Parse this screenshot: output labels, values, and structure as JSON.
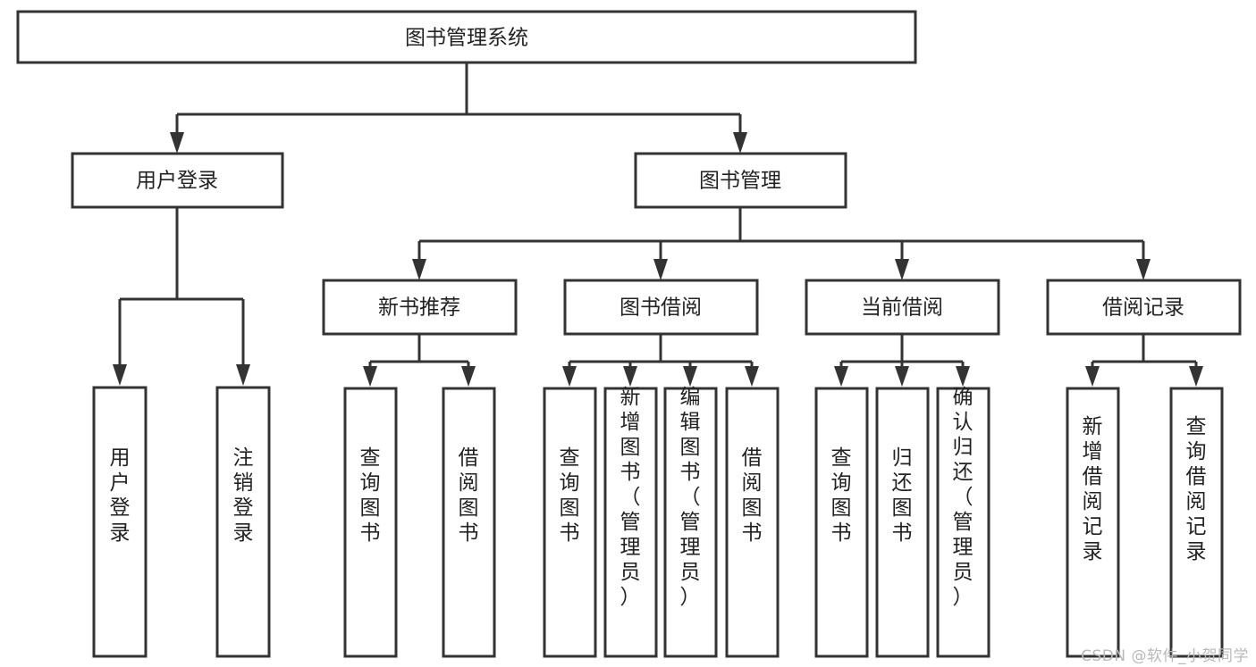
{
  "diagram": {
    "type": "tree-hierarchy-chart",
    "title": "图书管理系统",
    "background_color": "#ffffff",
    "line_color": "#333333",
    "box_fill": "#ffffff",
    "levels": {
      "root": {
        "label": "图书管理系统"
      },
      "level2": [
        {
          "label": "用户登录"
        },
        {
          "label": "图书管理"
        }
      ],
      "level3": [
        {
          "label": "新书推荐"
        },
        {
          "label": "图书借阅"
        },
        {
          "label": "当前借阅"
        },
        {
          "label": "借阅记录"
        }
      ],
      "leaves": {
        "user_login": [
          {
            "label": "用户登录"
          },
          {
            "label": "注销登录"
          }
        ],
        "new_book_recommend": [
          {
            "label": "查询图书"
          },
          {
            "label": "借阅图书"
          }
        ],
        "book_borrow": [
          {
            "label": "查询图书"
          },
          {
            "label": "新增图书（管理员）"
          },
          {
            "label": "编辑图书（管理员）"
          },
          {
            "label": "借阅图书"
          }
        ],
        "current_borrow": [
          {
            "label": "查询图书"
          },
          {
            "label": "归还图书"
          },
          {
            "label": "确认归还（管理员）"
          }
        ],
        "borrow_record": [
          {
            "label": "新增借阅记录"
          },
          {
            "label": "查询借阅记录"
          }
        ]
      }
    }
  },
  "watermark": {
    "text": "CSDN @软件_小贺同学"
  }
}
